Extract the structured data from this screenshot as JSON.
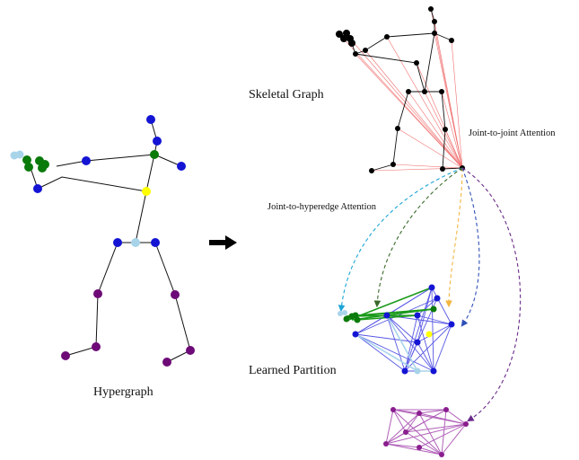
{
  "labels": {
    "hypergraph": "Hypergraph",
    "skeletal_graph": "Skeletal Graph",
    "joint_to_joint": "Joint-to-joint Attention",
    "joint_to_hyperedge": "Joint-to-hyperedge Attention",
    "learned_partition": "Learned Partition"
  },
  "colors": {
    "blue": "#1414d4",
    "green": "#0a7a0a",
    "light_blue": "#a8d4ea",
    "yellow": "#ffff00",
    "purple": "#6e0a78",
    "black": "#000000",
    "attention_red": "#f07070",
    "arrow_cyan": "#1ca6d8",
    "arrow_darkgreen": "#3a6a2a",
    "arrow_orange": "#f2b640",
    "arrow_blue": "#3050b8",
    "arrow_purple": "#6a2a8a",
    "partition_purple": "#b060b8"
  },
  "icons": {
    "transition_arrow": "right-arrow-icon"
  }
}
